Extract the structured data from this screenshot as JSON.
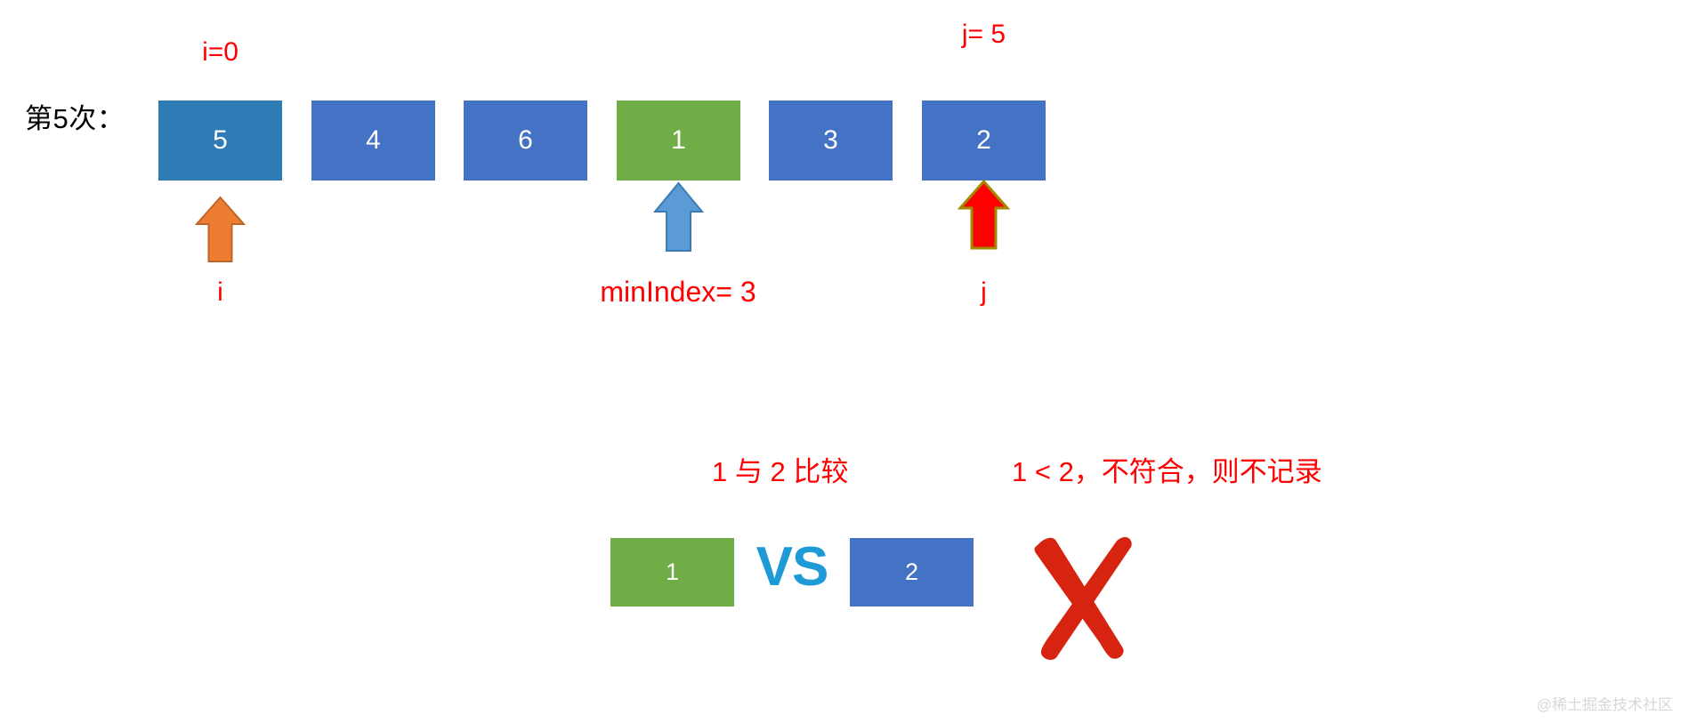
{
  "diagram": {
    "round_label": "第5次：",
    "array": {
      "values": [
        "5",
        "4",
        "6",
        "1",
        "3",
        "2"
      ],
      "colors": [
        "#2E7BB5",
        "#4472C4",
        "#4472C4",
        "#70AD47",
        "#4472C4",
        "#4472C4"
      ]
    },
    "markers": {
      "i_top": "i=0",
      "j_top": "j= 5",
      "i_bottom": "i",
      "j_bottom": "j",
      "min_index": "minIndex= 3"
    },
    "arrows": {
      "i_arrow": "up-arrow-orange-icon",
      "min_arrow": "up-arrow-blue-icon",
      "j_arrow": "up-arrow-red-icon",
      "i_arrow_color": "#ED7D31",
      "min_arrow_color": "#5B9BD5",
      "j_arrow_color": "#FF0000"
    },
    "explanation": {
      "compare": "1 与 2 比较",
      "result": "1 < 2，不符合，则不记录"
    },
    "comparison": {
      "left_value": "1",
      "left_color": "#70AD47",
      "vs_label": "VS",
      "vs_color": "#1E9AD6",
      "right_value": "2",
      "right_color": "#4472C4",
      "verdict_icon": "red-x-mark-icon",
      "verdict_color": "#D62410"
    }
  },
  "watermark": "@稀土掘金技术社区"
}
